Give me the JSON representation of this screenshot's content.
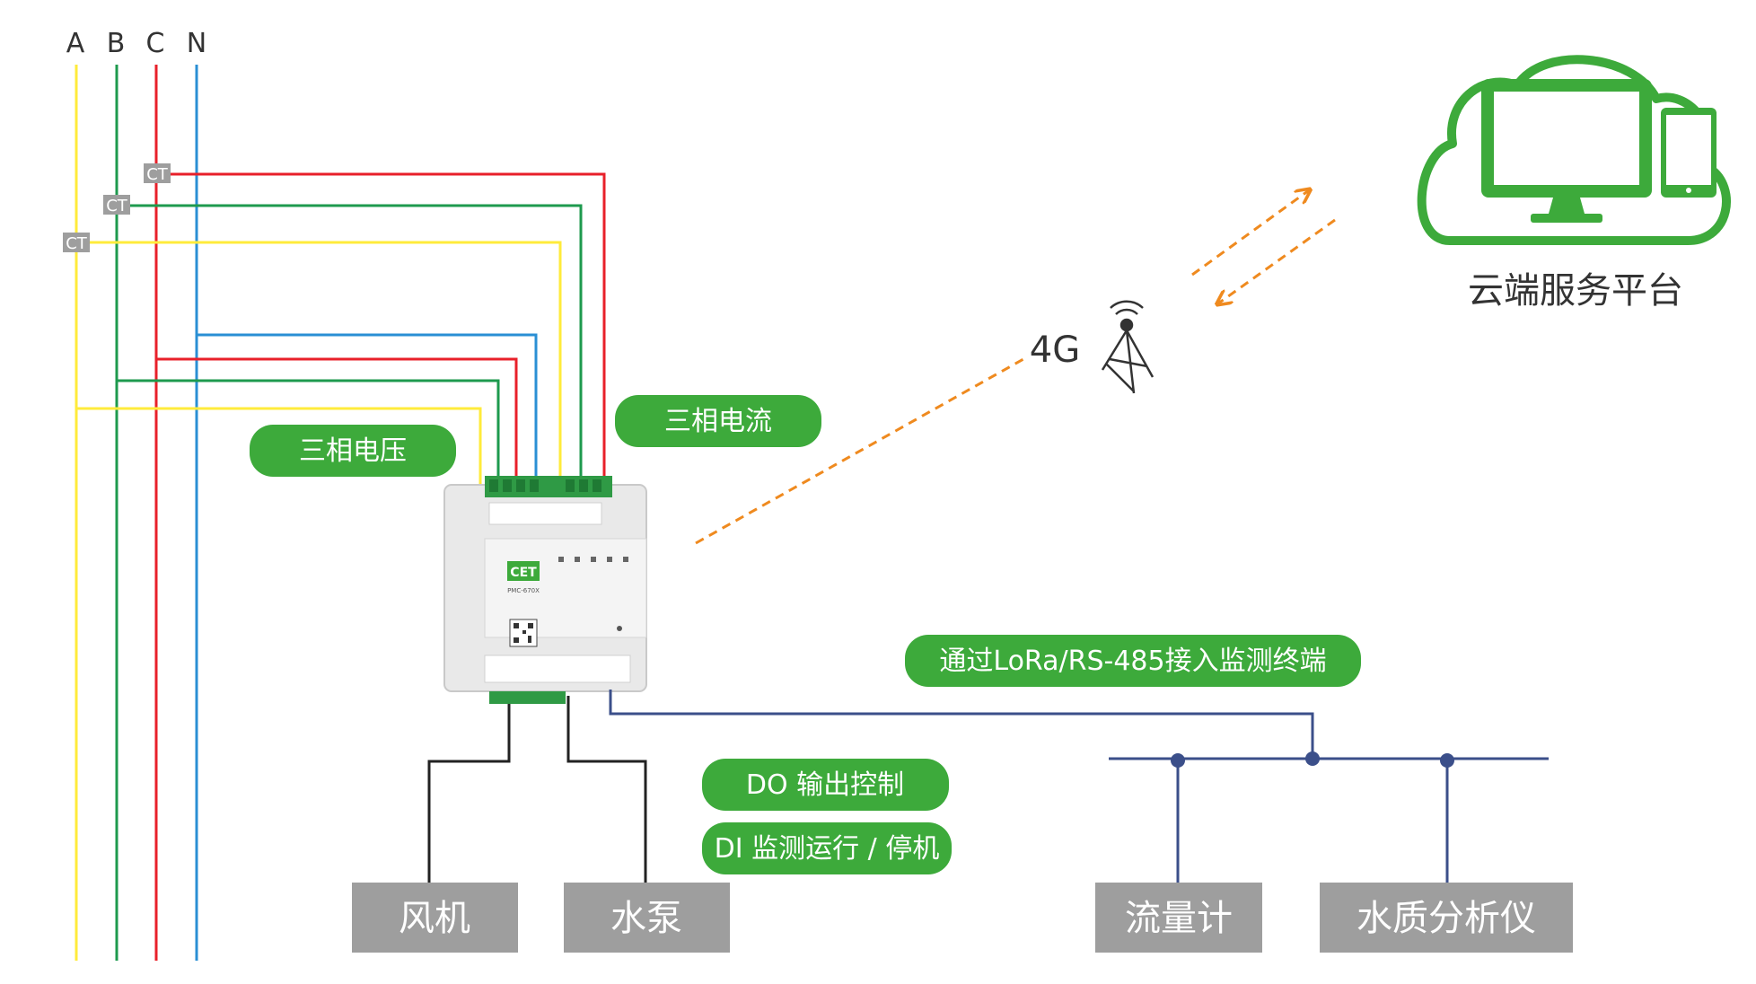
{
  "phases": {
    "a": {
      "label": "A",
      "color": "#ffeb3b"
    },
    "b": {
      "label": "B",
      "color": "#1e9a4e"
    },
    "c": {
      "label": "C",
      "color": "#e8202a"
    },
    "n": {
      "label": "N",
      "color": "#2a8fd4"
    }
  },
  "ct_label": "CT",
  "tags": {
    "voltage": "三相电压",
    "current": "三相电流",
    "comm": "通过LoRa/RS-485接入监测终端",
    "do_ctrl": "DO 输出控制",
    "di_mon": "DI 监测运行 / 停机"
  },
  "network": {
    "label": "4G"
  },
  "cloud": {
    "label": "云端服务平台"
  },
  "device": {
    "brand": "CET",
    "model": "PMC-670X"
  },
  "boxes": {
    "fan": "风机",
    "pump": "水泵",
    "flowmeter": "流量计",
    "analyzer": "水质分析仪"
  },
  "colors": {
    "accent_green": "#3daa3b",
    "box_gray": "#9e9e9e",
    "bus_blue": "#3b4f8a",
    "wireless": "#ef8a1f",
    "cloud_green": "#3daa3b"
  }
}
